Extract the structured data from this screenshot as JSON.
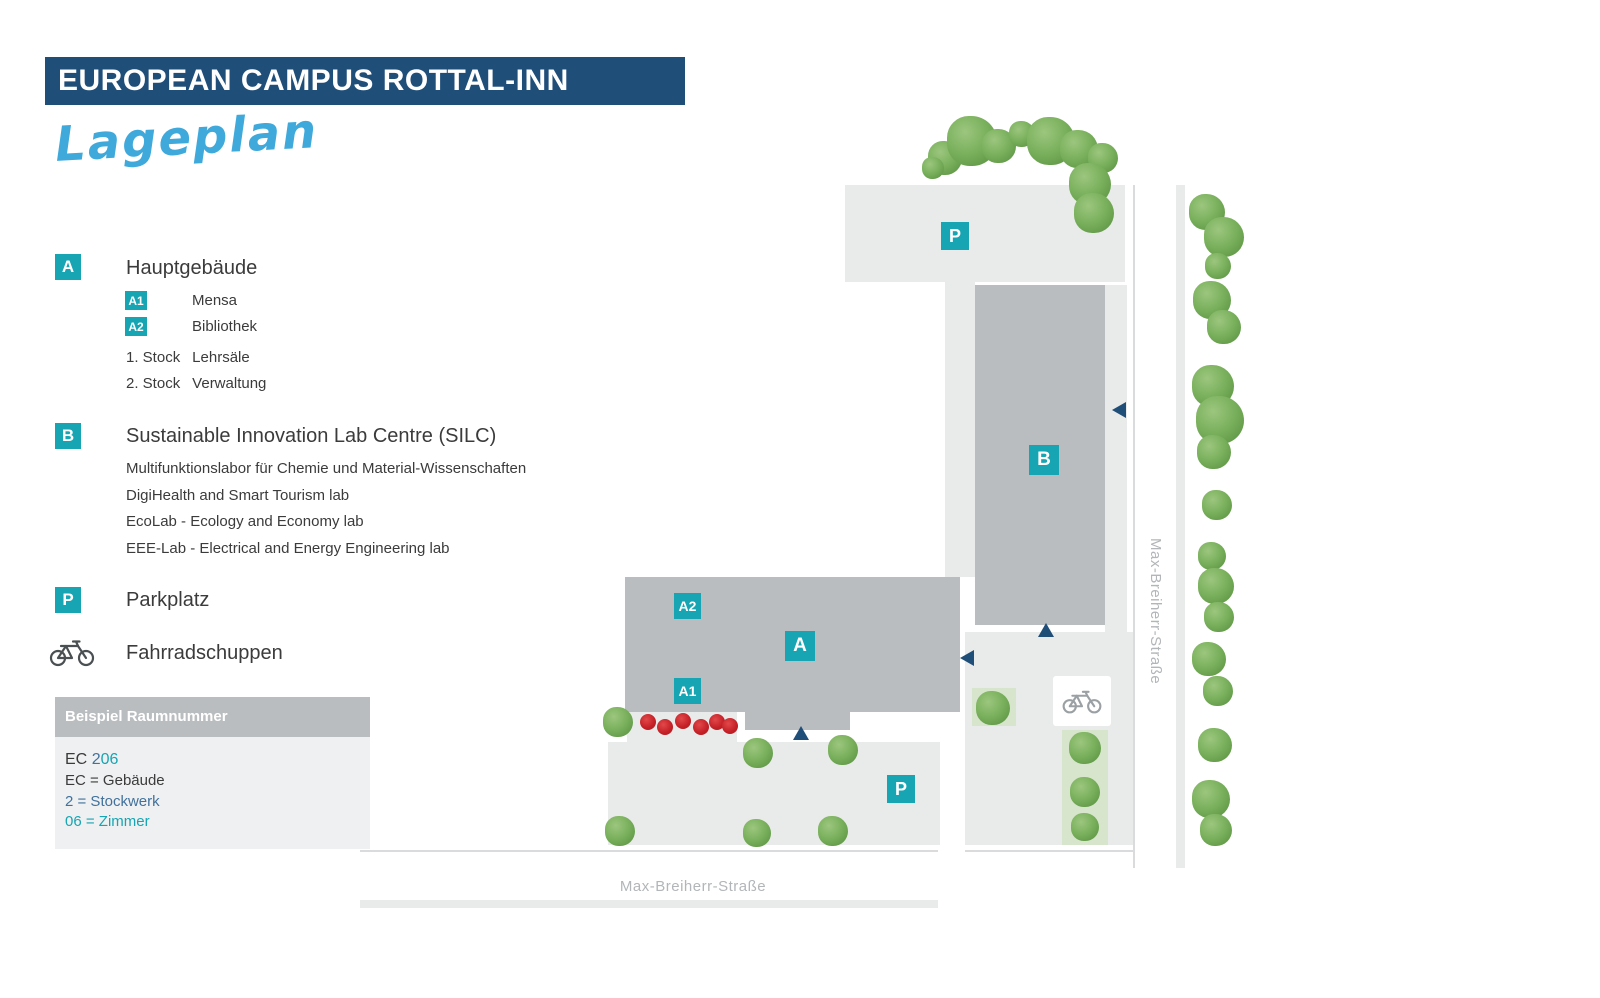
{
  "colors": {
    "navy": "#1f4e79",
    "teal": "#17a5b3",
    "script-blue": "#3fa9dc",
    "building-gray": "#b9bdbf",
    "area-gray": "#e9eaea",
    "panel-gray": "#eff0f1",
    "panel-header-gray": "#b9bdbf",
    "tree-green": "#74ad57",
    "flower-red": "#c32026",
    "street-text": "#b2b6b8",
    "text-dark": "#3b3b3b",
    "steel-blue": "#41719c"
  },
  "header": {
    "title": "EUROPEAN CAMPUS ROTTAL-INN",
    "subtitle": "Lageplan"
  },
  "legend": {
    "a": {
      "badge": "A",
      "label": "Hauptgebäude",
      "sub": [
        {
          "badge": "A1",
          "label": "Mensa"
        },
        {
          "badge": "A2",
          "label": "Bibliothek"
        }
      ],
      "floors": [
        {
          "level": "1. Stock",
          "label": "Lehrsäle"
        },
        {
          "level": "2. Stock",
          "label": "Verwaltung"
        }
      ]
    },
    "b": {
      "badge": "B",
      "label": "Sustainable Innovation Lab Centre (SILC)",
      "labs": [
        "Multifunktionslabor für Chemie und Material-Wissenschaften",
        "DigiHealth and Smart Tourism lab",
        "EcoLab - Ecology and Economy lab",
        "EEE-Lab - Electrical and Energy Engineering lab"
      ]
    },
    "p": {
      "badge": "P",
      "label": "Parkplatz"
    },
    "bike": {
      "label": "Fahrradschuppen"
    }
  },
  "example": {
    "header": "Beispiel Raumnummer",
    "room_prefix": "EC",
    "room_floor": "2",
    "room_number": "06",
    "line_building": "EC = Gebäude",
    "line_floor": "2 = Stockwerk",
    "line_room": "06 = Zimmer"
  },
  "map": {
    "badge_a": "A",
    "badge_a1": "A1",
    "badge_a2": "A2",
    "badge_b": "B",
    "badge_p_top": "P",
    "badge_p_bottom": "P",
    "street_right": "Max-Breiherr-Straße",
    "street_bottom": "Max-Breiherr-Straße"
  }
}
